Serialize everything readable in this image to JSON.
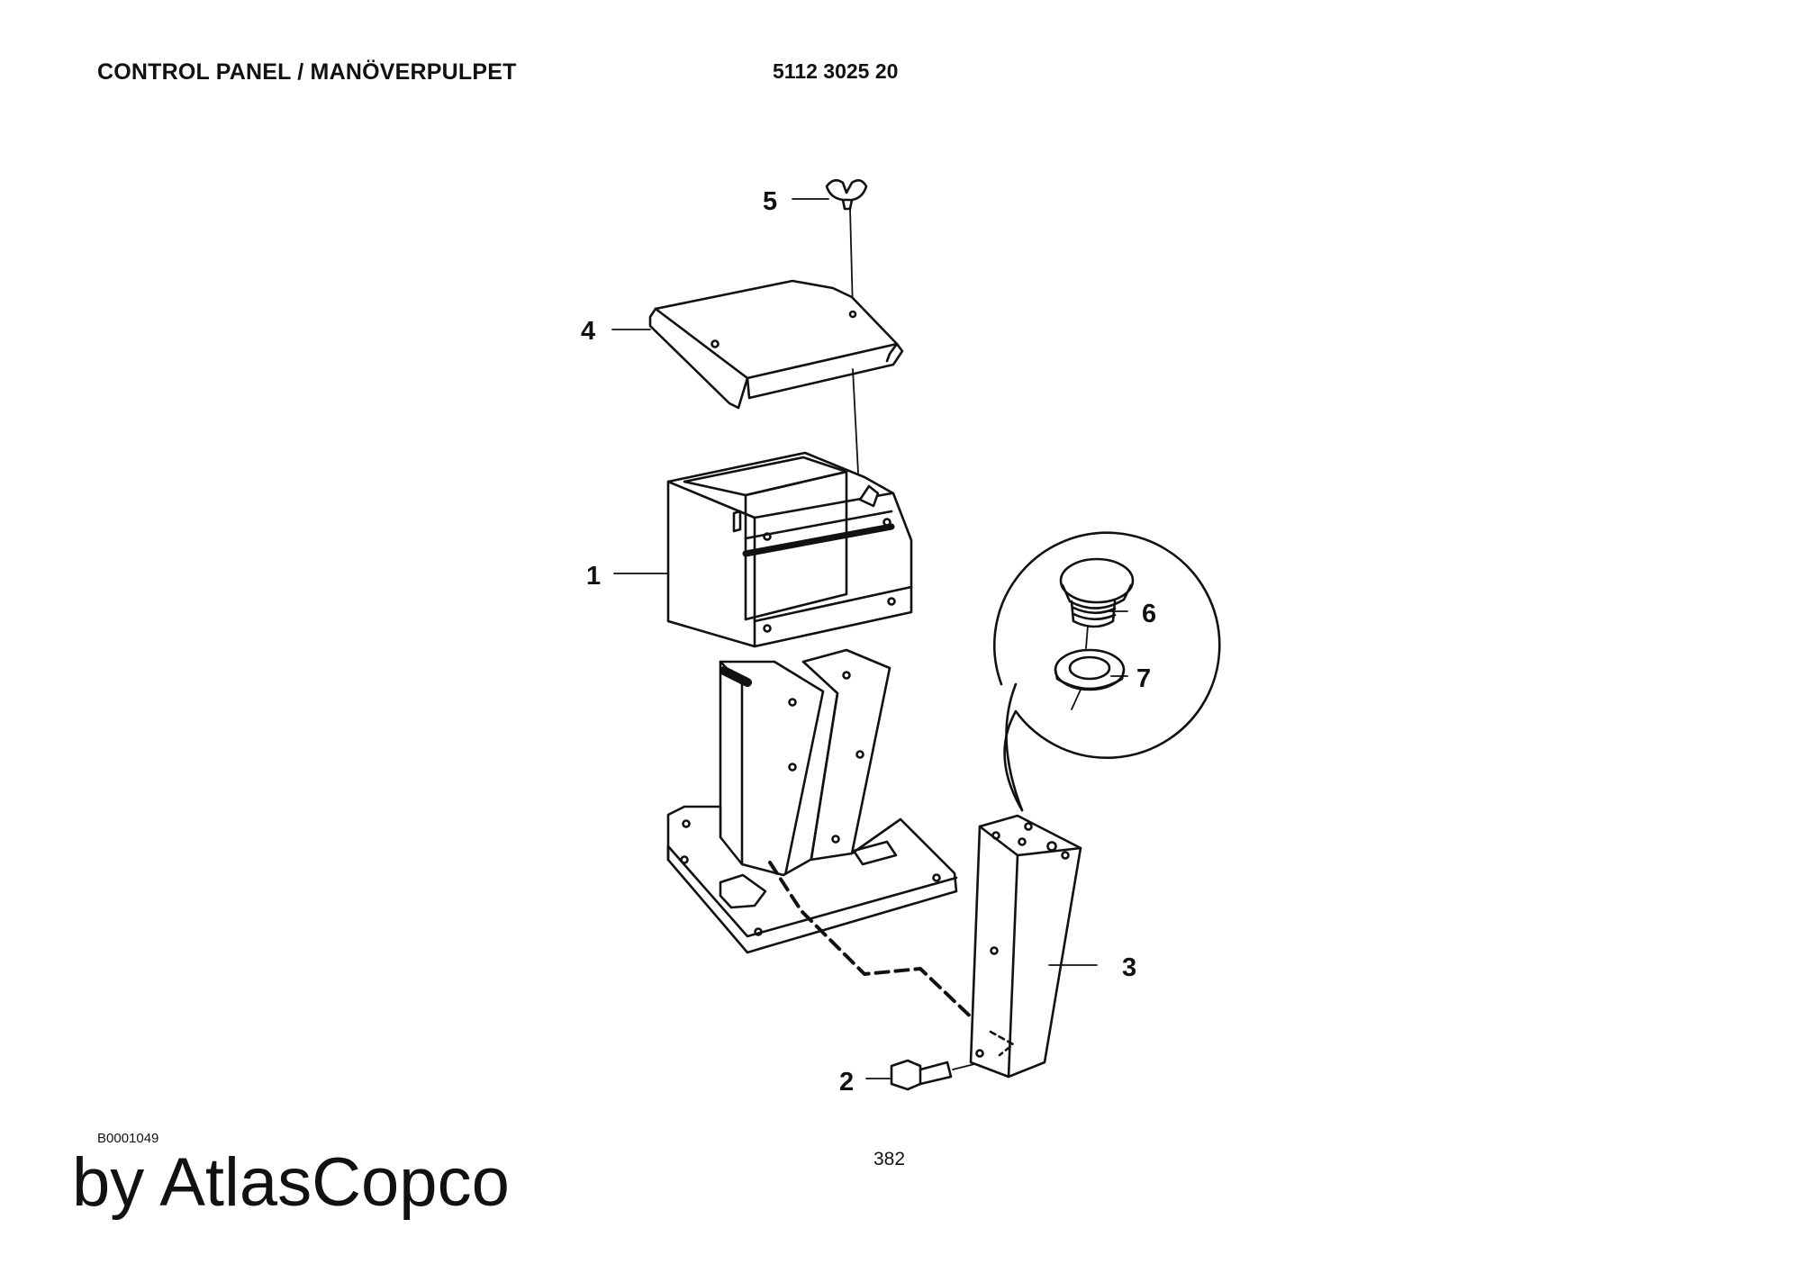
{
  "header": {
    "title": "CONTROL PANEL / MANÖVERPULPET",
    "part_number": "5112 3025 20"
  },
  "callouts": [
    "1",
    "2",
    "3",
    "4",
    "5",
    "6",
    "7"
  ],
  "footer": {
    "figure_code": "B0001049",
    "page_number": "382",
    "watermark": "by AtlasCopco"
  }
}
